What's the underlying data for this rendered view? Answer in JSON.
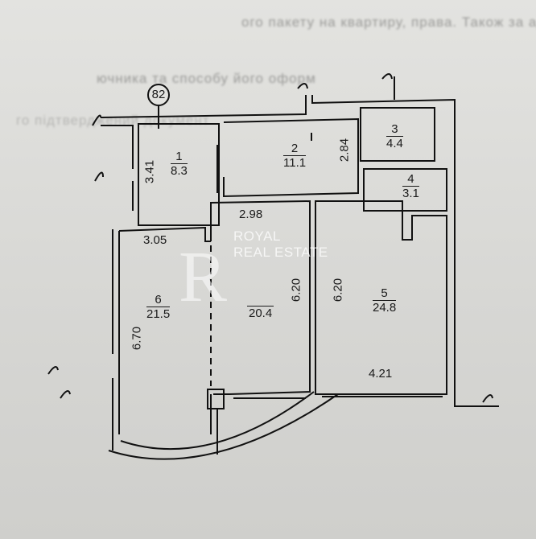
{
  "background_text": [
    "ого пакету на квартиру, права. Також за адре",
    "ючника та способу його оформ",
    "го підтверджений документ"
  ],
  "axis_marker": "82",
  "rooms": [
    {
      "number": "1",
      "area": "8.3",
      "dimension": "3.41"
    },
    {
      "number": "2",
      "area": "11.1",
      "dimension": "2.84"
    },
    {
      "number": "3",
      "area": "4.4"
    },
    {
      "number": "4",
      "area": "3.1"
    },
    {
      "number": "5",
      "area": "24.8",
      "dimension": "6.20",
      "width": "4.21"
    },
    {
      "number": "6",
      "area": "21.5",
      "dimension": "6.70",
      "width": "3.05"
    },
    {
      "area": "20.4",
      "dimension": "6.20",
      "width": "2.98"
    }
  ],
  "watermark": {
    "logo": "R",
    "line1": "ROYAL",
    "line2": "REAL ESTATE"
  }
}
